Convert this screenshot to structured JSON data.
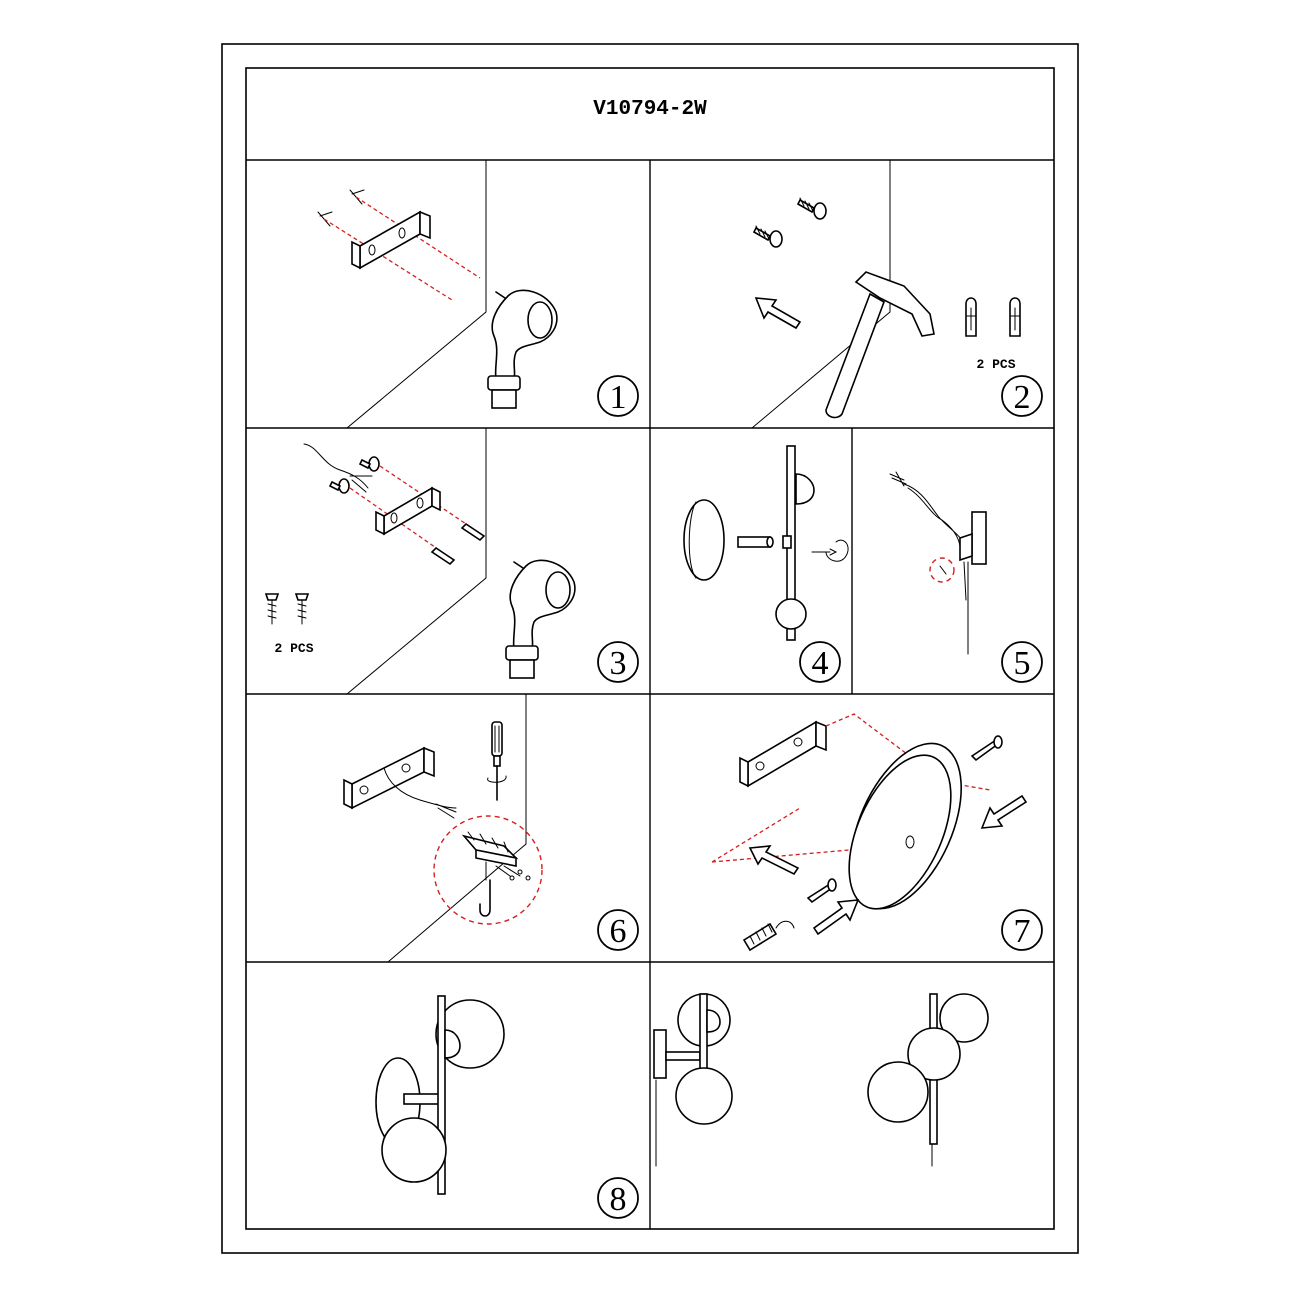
{
  "document": {
    "model": "V10794-2W"
  },
  "steps": [
    {
      "number": "1"
    },
    {
      "number": "2",
      "label": "2 PCS"
    },
    {
      "number": "3",
      "label": "2 PCS"
    },
    {
      "number": "4"
    },
    {
      "number": "5"
    },
    {
      "number": "6"
    },
    {
      "number": "7"
    },
    {
      "number": "8"
    }
  ],
  "colors": {
    "line": "#000000",
    "guide": "#d41f1f"
  }
}
